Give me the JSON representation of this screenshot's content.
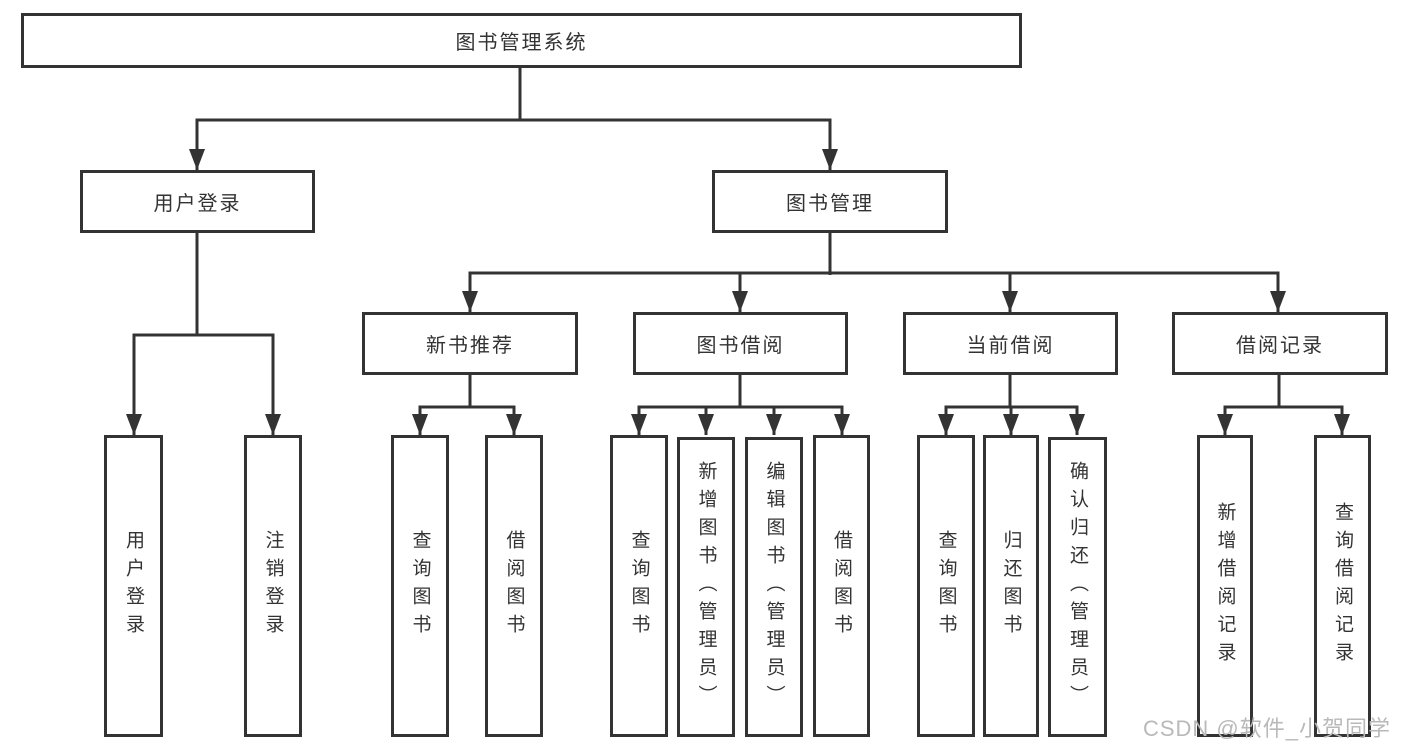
{
  "tree": {
    "root": {
      "label": "图书管理系统"
    },
    "user_login": {
      "label": "用户登录",
      "children": {
        "login": "用户登录",
        "logout": "注销登录"
      }
    },
    "book_mgmt": {
      "label": "图书管理"
    },
    "new_books": {
      "label": "新书推荐",
      "children": {
        "query": "查询图书",
        "borrow": "借阅图书"
      }
    },
    "book_borrow": {
      "label": "图书借阅",
      "children": {
        "query": "查询图书",
        "add": "新增图书（管理员）",
        "edit": "编辑图书（管理员）",
        "borrow": "借阅图书"
      }
    },
    "current_borrow": {
      "label": "当前借阅",
      "children": {
        "query": "查询图书",
        "return": "归还图书",
        "confirm": "确认归还（管理员）"
      }
    },
    "borrow_records": {
      "label": "借阅记录",
      "children": {
        "add": "新增借阅记录",
        "query": "查询借阅记录"
      }
    }
  },
  "colors": {
    "line": "#333333",
    "watermark": "#b9b9b9"
  },
  "watermark": "CSDN @软件_小贺同学"
}
